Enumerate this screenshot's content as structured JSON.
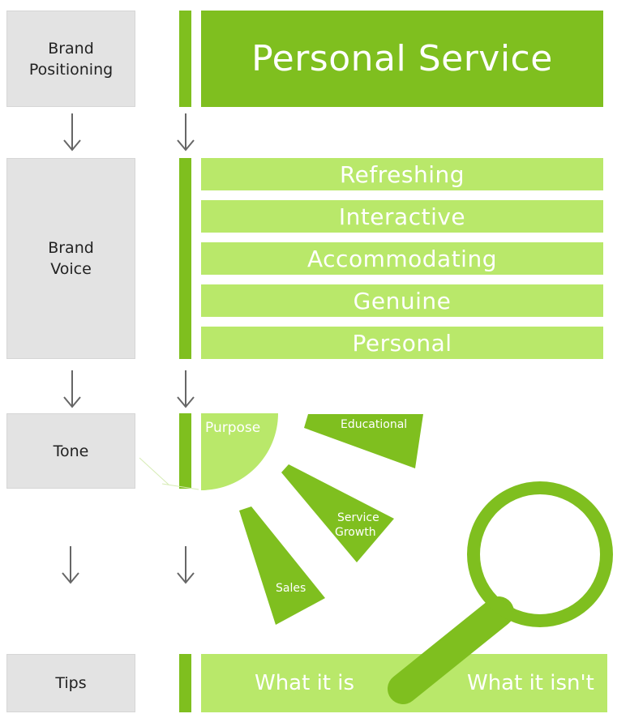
{
  "rows": {
    "positioning": "Brand\nPositioning",
    "voice": "Brand\nVoice",
    "tone": "Tone",
    "tips": "Tips"
  },
  "positioning_statement": "Personal Service",
  "voice_attributes": [
    "Refreshing",
    "Interactive",
    "Accommodating",
    "Genuine",
    "Personal"
  ],
  "tone_segments": {
    "purpose": "Purpose",
    "educational": "Educational",
    "service_growth_line1": "Service",
    "service_growth_line2": "Growth",
    "sales": "Sales"
  },
  "tips": {
    "is": "What it is",
    "isnt": "What it isn't"
  },
  "icons": {
    "arrows": "arrow-down-icon",
    "magnifier": "magnifying-glass-icon"
  },
  "colors": {
    "dark_green": "#7fbf1f",
    "light_green": "#b9e86a",
    "gray_box": "#e3e3e3"
  }
}
